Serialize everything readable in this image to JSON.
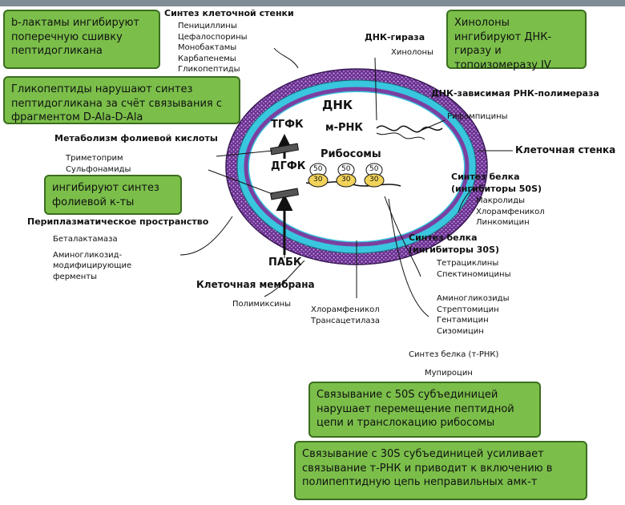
{
  "colors": {
    "note_fill": "#7bbf4a",
    "outer_wall": "#7b3fa0",
    "cyan_layer": "#39c6df",
    "top_bar": "#7f8c96"
  },
  "labels": {
    "cell_wall_synthesis": "Синтез клеточной стенки",
    "cell_wall_drugs": [
      "Пенициллины",
      "Цефалоспорины",
      "Монобактамы",
      "Карбапенемы",
      "Гликопептиды"
    ],
    "dna_gyrase": "ДНК-гираза",
    "quinolones": "Хинолоны",
    "rna_polymerase": "ДНК-зависимая РНК-полимераза",
    "rifampicins": "Рифампицины",
    "cell_wall": "Клеточная стенка",
    "dna": "ДНК",
    "mrna": "м-РНК",
    "ribosomes": "Рибосомы",
    "tgfk": "ТГФК",
    "dgfk": "ДГФК",
    "pabk": "ПАБК",
    "folic_metabolism": "Метаболизм фолиевой кислоты",
    "folic_drugs": [
      "Триметоприм",
      "Сульфонамиды"
    ],
    "periplasmic": "Периплазматическое пространство",
    "periplasmic_enzymes": [
      "Беталактамаза",
      "Аминогликозид-",
      "модифицирующие",
      "ферменты"
    ],
    "cell_membrane": "Клеточная мембрана",
    "polymyxins": "Полимиксины",
    "chloramphenicol_group": [
      "Хлорамфеникол",
      "Трансацетилаза"
    ],
    "protein_50s_title": [
      "Синтез белка",
      "(ингибиторы 50S)"
    ],
    "protein_50s_drugs": [
      "Макролиды",
      "Хлорамфеникол",
      "Линкомицин"
    ],
    "protein_30s_title": [
      "Синтез белка",
      "(ингибиторы 30S)"
    ],
    "protein_30s_drugs_a": [
      "Тетрациклины",
      "Спектиномицины"
    ],
    "protein_30s_drugs_b": [
      "Аминогликозиды",
      "Стрептомицин",
      "Гентамицин",
      "Сизомицин"
    ],
    "protein_trna": "Синтез белка (т-РНК)",
    "mupirocin": "Мупироцин",
    "ribo_50": "50",
    "ribo_30": "30"
  },
  "notes": {
    "beta_lactams": "b-лактамы ингибируют поперечную сшивку пептидогликана",
    "quinolones": "Хинолоны ингибируют ДНК-гиразу и топоизомеразу IV",
    "glycopeptides": "Гликопептиды нарушают синтез пептидогликана за счёт связывания с фрагментом D-Ala-D-Ala",
    "folic": "ингибируют синтез фолиевой к-ты",
    "s50": "Связывание с 50S субъединицей нарушает перемещение пептидной цепи и транслокацию рибосомы",
    "s30": "Связывание с 30S субъединицей усиливает связывание т-РНК и приводит к включению в полипептидную цепь неправильных амк-т"
  }
}
